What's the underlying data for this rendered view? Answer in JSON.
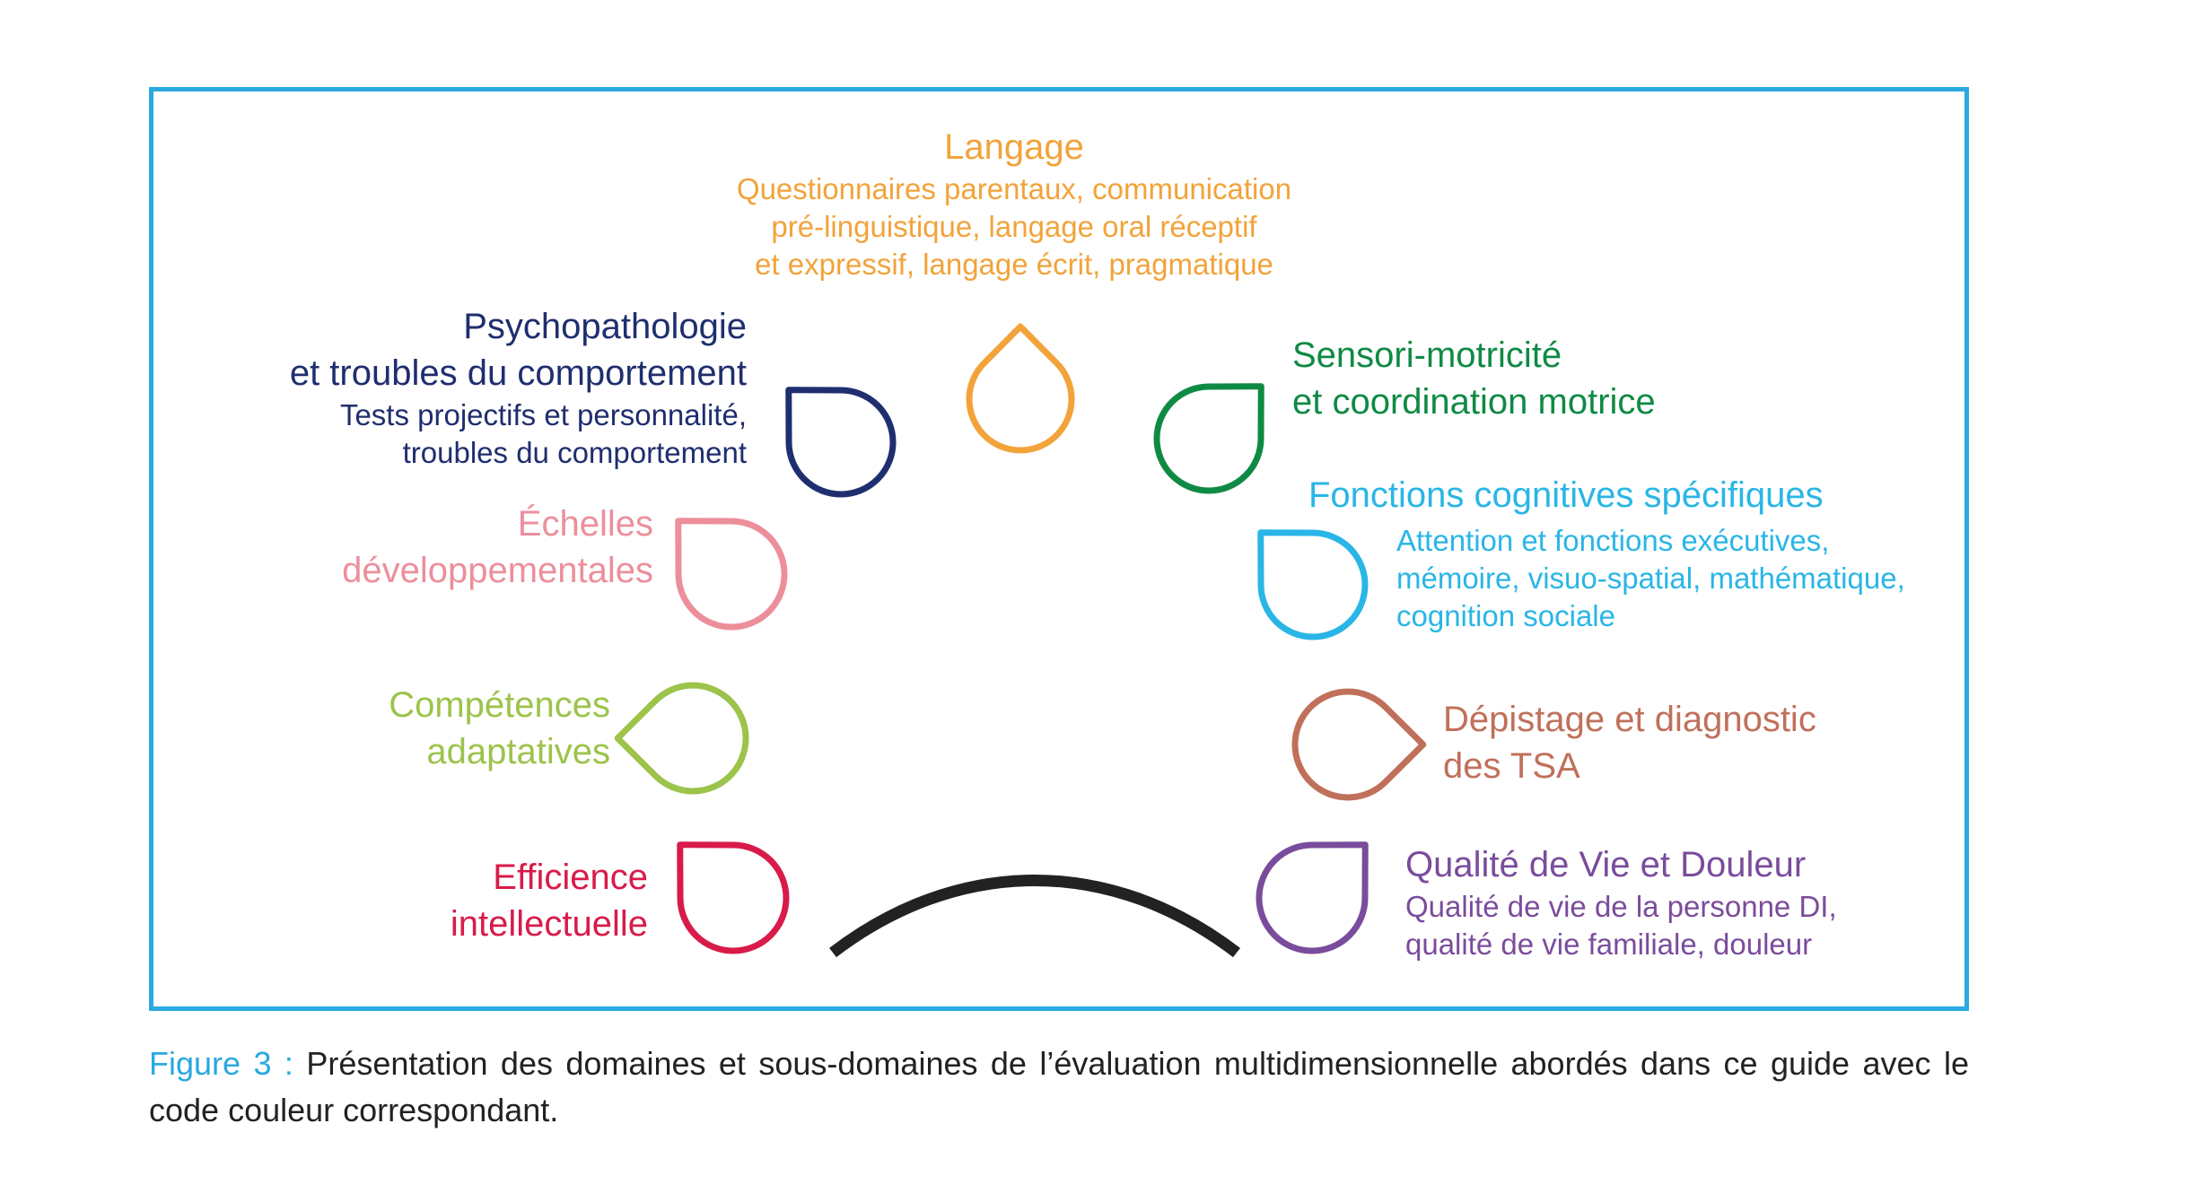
{
  "colors": {
    "frame": "#29a9df",
    "arc": "#222222",
    "langage": "#f2a33a",
    "psycho": "#1f2e6e",
    "echelles": "#ec8f9b",
    "competences": "#9cc34a",
    "efficience": "#d81b4a",
    "sensori": "#0f8a44",
    "fonctions": "#29b6e6",
    "depistage": "#c0705a",
    "qualite": "#7a4c9c"
  },
  "domains": {
    "langage": {
      "title": "Langage",
      "sub1": "Questionnaires parentaux, communication",
      "sub2": "pré-linguistique, langage oral réceptif",
      "sub3": "et expressif, langage écrit, pragmatique"
    },
    "psycho": {
      "title1": "Psychopathologie",
      "title2": "et troubles du comportement",
      "sub1": "Tests projectifs et personnalité,",
      "sub2": "troubles du comportement"
    },
    "echelles": {
      "title1": "Échelles",
      "title2": "développementales"
    },
    "competences": {
      "title1": "Compétences",
      "title2": "adaptatives"
    },
    "efficience": {
      "title1": "Efficience",
      "title2": "intellectuelle"
    },
    "sensori": {
      "title1": "Sensori-motricité",
      "title2": "et coordination motrice"
    },
    "fonctions": {
      "title": "Fonctions cognitives spécifiques",
      "sub1": "Attention et fonctions exécutives,",
      "sub2": "mémoire, visuo-spatial, mathématique,",
      "sub3": "cognition sociale"
    },
    "depistage": {
      "title1": "Dépistage et diagnostic",
      "title2": "des TSA"
    },
    "qualite": {
      "title": "Qualité de Vie et Douleur",
      "sub1": "Qualité de vie de la personne DI,",
      "sub2": "qualité de vie familiale, douleur"
    }
  },
  "caption": {
    "label": "Figure 3 :",
    "text": "Présentation des domaines et sous-domaines de l’évaluation multidimensionnelle abordés dans ce guide avec le code couleur correspondant."
  }
}
